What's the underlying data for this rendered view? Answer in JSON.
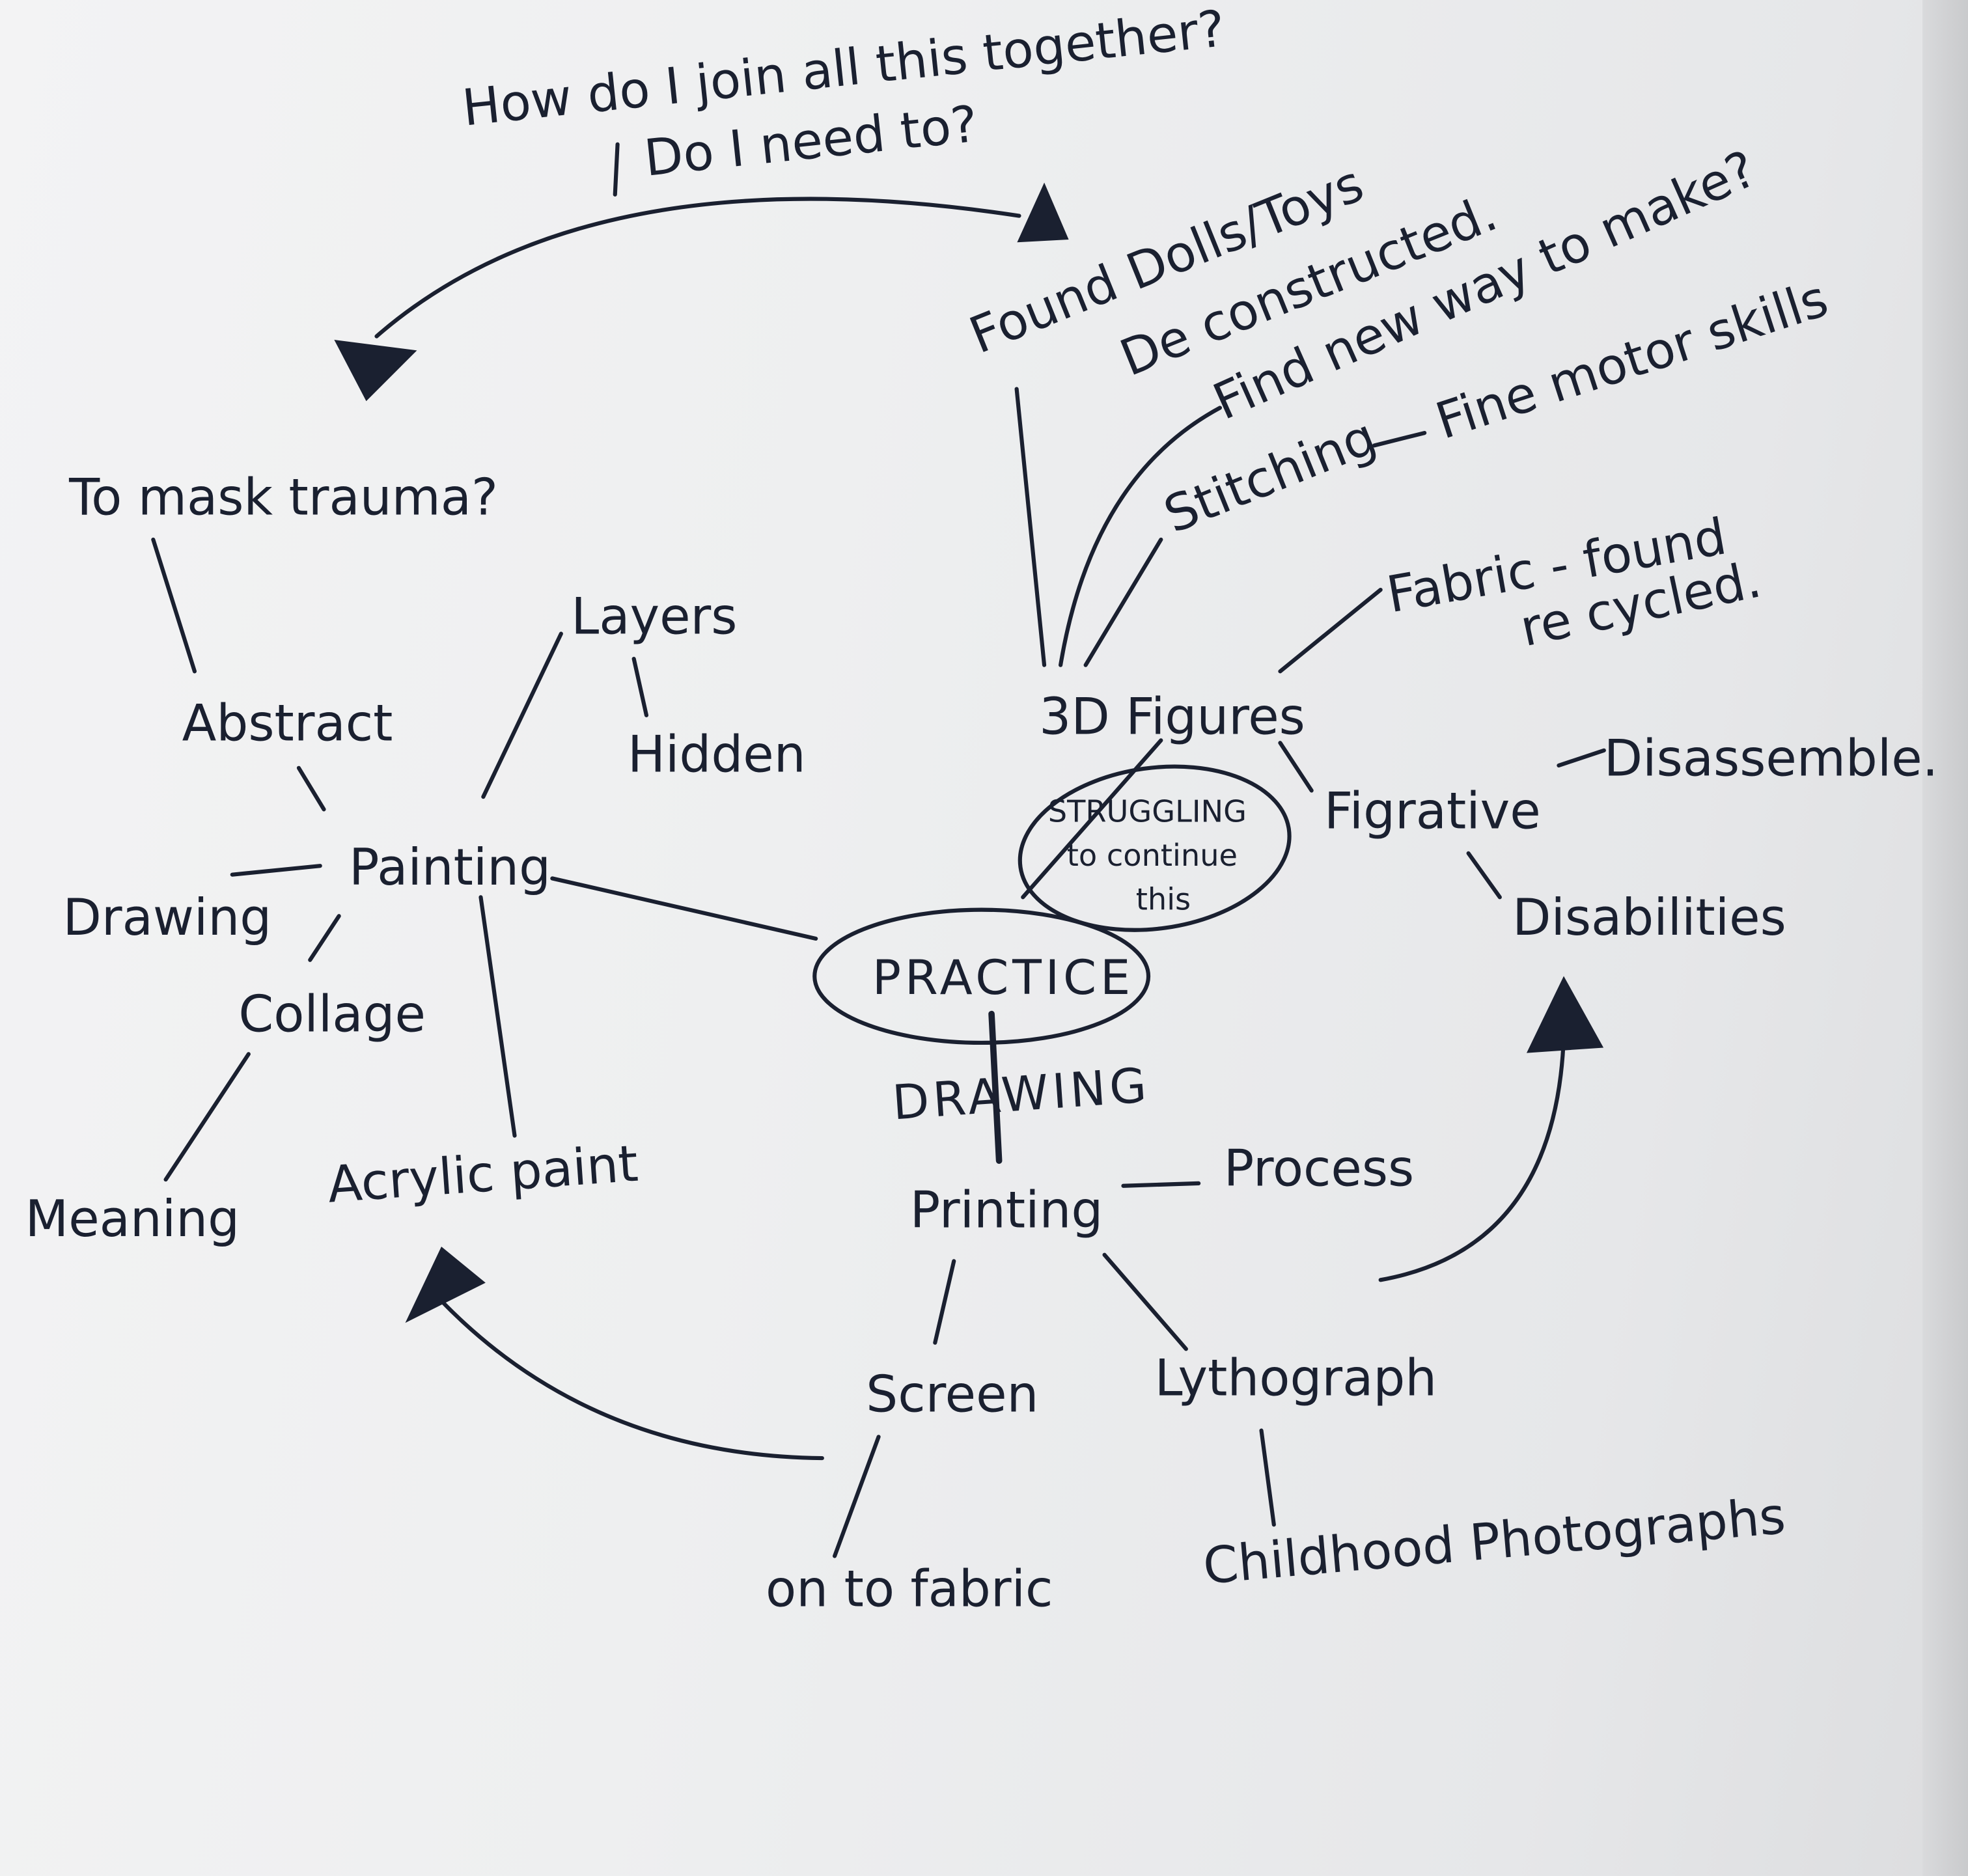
{
  "mindmap": {
    "center": "PRACTICE",
    "question_top": "How do I join all this together?",
    "question_sub": "Do I need to?",
    "three_d": {
      "label": "3D Figures",
      "found_dolls": "Found Dolls/Toys",
      "deconstructed": "De constructed.",
      "find_new_way": "Find new way to make?",
      "stitching": "Stitching",
      "fine_motor": "Fine motor skills",
      "fabric_line1": "Fabric - found",
      "fabric_line2": "re cycled.",
      "struggling_line1": "STRUGGLING",
      "struggling_line2": "to continue",
      "struggling_line3": "this",
      "figurative": "Figrative",
      "disassemble": "Disassemble.",
      "disabilities": "Disabilities"
    },
    "painting": {
      "label": "Painting",
      "layers": "Layers",
      "hidden": "Hidden",
      "abstract": "Abstract",
      "mask_trauma": "To mask trauma?",
      "drawing": "Drawing",
      "collage": "Collage",
      "meaning": "Meaning",
      "acrylic": "Acrylic paint"
    },
    "drawing_branch": {
      "label": "DRAWING",
      "printing": "Printing",
      "process": "Process",
      "screen": "Screen",
      "on_to_fabric": "on to fabric",
      "lithograph": "Lythograph",
      "childhood_photos": "Childhood Photographs"
    }
  }
}
